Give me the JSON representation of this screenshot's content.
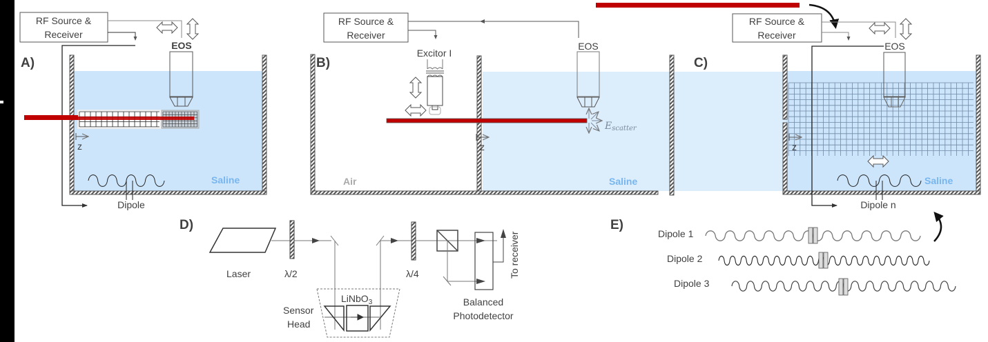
{
  "colors": {
    "saline_water": "#cde5fb",
    "saline_water_light": "#dcedfc",
    "laser_beam": "#c00000",
    "wall": "#555555",
    "line": "#555555",
    "grid": "#6f8aa6",
    "saline_text": "#77b6ef",
    "air_text": "#a9a9a9",
    "background_strip": "#000000"
  },
  "panel_a": {
    "label": "A)",
    "rf_box": [
      "RF Source &",
      "Receiver"
    ],
    "eos_label": "EOS",
    "z_label": "z",
    "medium_label": "Saline",
    "dipole_label": "Dipole"
  },
  "panel_b": {
    "label": "B)",
    "rf_box": [
      "RF Source &",
      "Receiver"
    ],
    "excitor_label": "Excitor I",
    "eos_label": "EOS",
    "z_label": "z",
    "scatter_label_main": "E",
    "scatter_label_sub": "scatter",
    "air_label": "Air",
    "medium_label": "Saline"
  },
  "panel_c": {
    "label": "C)",
    "rf_box": [
      "RF Source &",
      "Receiver"
    ],
    "eos_label": "EOS",
    "z_label": "z",
    "medium_label": "Saline",
    "dipole_label": "Dipole n"
  },
  "panel_d": {
    "label": "D)",
    "laser_label": "Laser",
    "half_wave_label": "λ/2",
    "quarter_wave_label": "λ/4",
    "crystal_label_main": "LiNbO",
    "crystal_label_sub": "3",
    "sensor_head_label": [
      "Sensor",
      "Head"
    ],
    "detector_label": [
      "Balanced",
      "Photodetector"
    ],
    "to_receiver_label": "To receiver"
  },
  "panel_e": {
    "label": "E)",
    "dipoles": [
      {
        "name": "Dipole 1"
      },
      {
        "name": "Dipole 2"
      },
      {
        "name": "Dipole 3"
      }
    ]
  }
}
